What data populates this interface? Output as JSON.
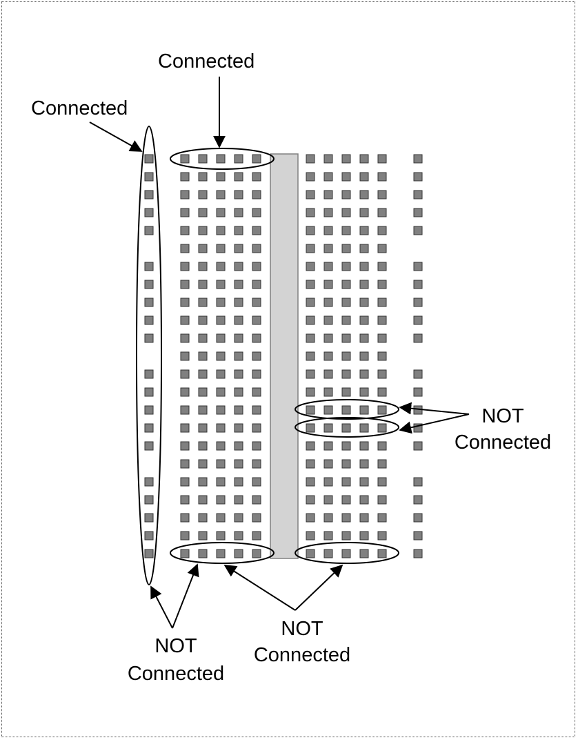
{
  "labels": {
    "connected_top": "Connected",
    "connected_left": "Connected",
    "not_connected_right_1": "NOT",
    "not_connected_right_2": "Connected",
    "not_connected_bottom_left_1": "NOT",
    "not_connected_bottom_left_2": "Connected",
    "not_connected_bottom_mid_1": "NOT",
    "not_connected_bottom_mid_2": "Connected"
  },
  "breadboard": {
    "row_count": 23,
    "holes_per_terminal_strip": 5,
    "rail_gap_rows": [
      6,
      12,
      18
    ],
    "colors": {
      "hole_fill": "#808080",
      "hole_stroke": "#333333",
      "channel_fill": "#d3d3d3",
      "channel_stroke": "#808080",
      "outline": "#000000"
    }
  }
}
